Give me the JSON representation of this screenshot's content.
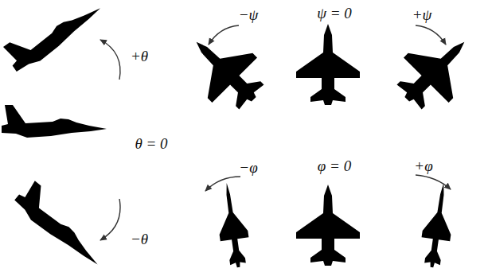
{
  "diagram": {
    "labels": [
      "+θ",
      "θ = 0",
      "−θ",
      "−ψ",
      "ψ = 0",
      "+ψ",
      "−φ",
      "φ = 0",
      "+φ"
    ]
  }
}
